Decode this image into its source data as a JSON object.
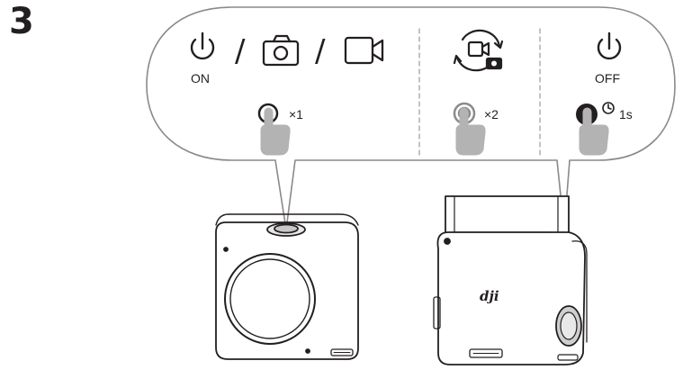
{
  "step_number": "3",
  "panel": {
    "separator": "/",
    "power_on_label": "ON",
    "single_press": "×1",
    "double_press": "×2",
    "power_off_label": "OFF",
    "hold_duration": "1s"
  },
  "icons": [
    "power-icon",
    "camera-icon",
    "video-icon",
    "switch-camera-icon",
    "hand-press-icon",
    "clock-icon"
  ],
  "logo": "dji"
}
